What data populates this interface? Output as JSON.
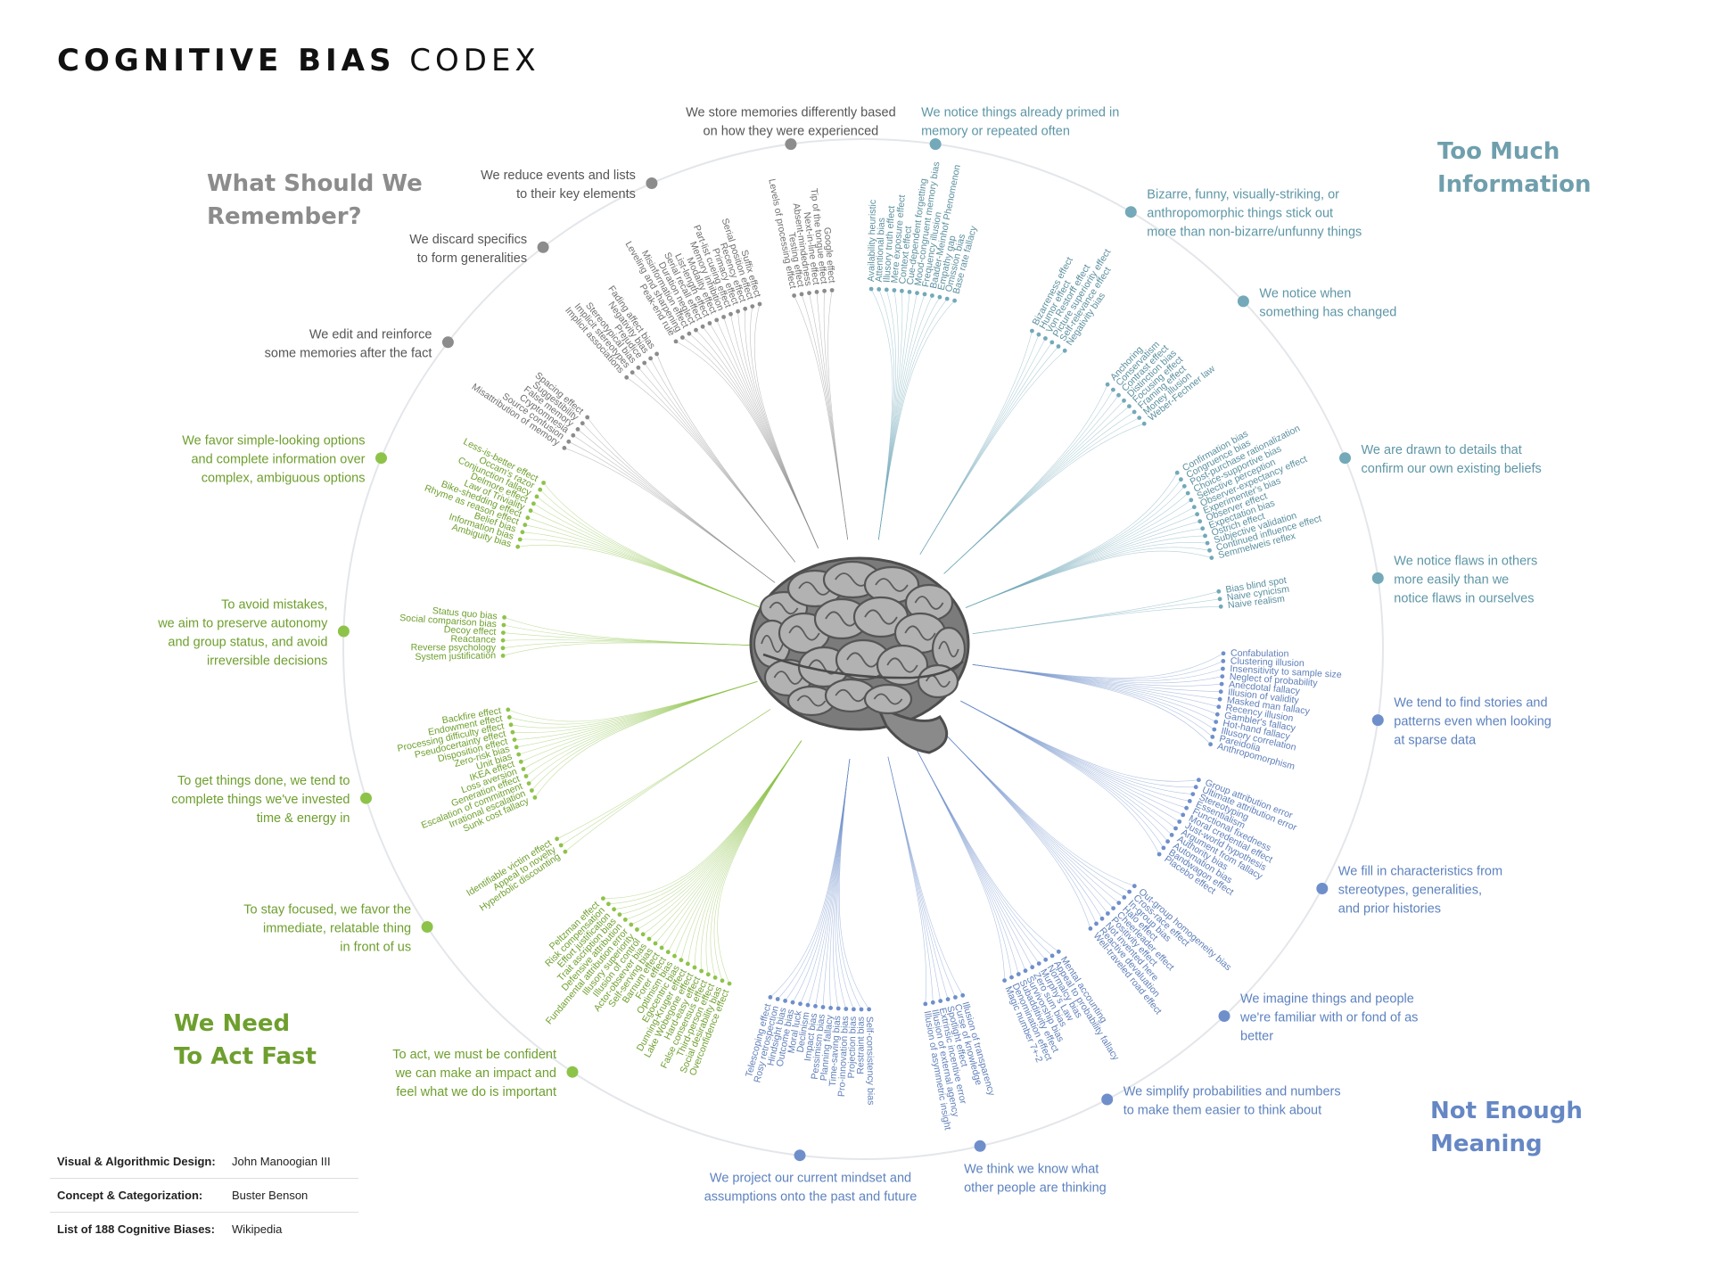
{
  "title": {
    "bold": "COGNITIVE BIAS",
    "light": "CODEX"
  },
  "colors": {
    "gray": "#8c8c8c",
    "teal": "#73a9b9",
    "blue": "#6f8fcb",
    "green": "#8ec34a",
    "green_dark": "#6e9f2e",
    "ring": "#e3e6ea"
  },
  "quadrants": {
    "remember": {
      "line1": "What Should We",
      "line2": "Remember?",
      "color": "#8c8c8c"
    },
    "info": {
      "line1": "Too Much",
      "line2": "Information",
      "color": "#6f9fad"
    },
    "meaning": {
      "line1": "Not Enough",
      "line2": "Meaning",
      "color": "#6587c4"
    },
    "act": {
      "line1": "We Need",
      "line2": "To Act Fast",
      "color": "#6e9f2e"
    }
  },
  "credits": [
    {
      "label": "Visual & Algorithmic Design:",
      "value": "John Manoogian III"
    },
    {
      "label": "Concept & Categorization:",
      "value": "Buster Benson"
    },
    {
      "label": "List of 188 Cognitive Biases:",
      "value": "Wikipedia"
    }
  ],
  "brain_icon": "brain-icon",
  "strategies": [
    {
      "id": "noticeprimed",
      "group": "info",
      "angle": 8,
      "lines": [
        "We notice things already primed in",
        "memory or repeated often"
      ],
      "biases": [
        "Availability heuristic",
        "Attentional bias",
        "Illusory truth effect",
        "Mere exposure effect",
        "Context effect",
        "Cue-dependent forgetting",
        "Mood-congruent memory bias",
        "Frequency illusion",
        "Baader-Meinhof Phenomenon",
        "Empathy gap",
        "Omission bias",
        "Base rate fallacy"
      ]
    },
    {
      "id": "bizarre",
      "group": "info",
      "angle": 31,
      "lines": [
        "Bizarre, funny, visually-striking, or",
        "anthropomorphic things stick out",
        "more than non-bizarre/unfunny things"
      ],
      "biases": [
        "Bizarreness effect",
        "Humor effect",
        "Von Restorff effect",
        "Picture superiority effect",
        "Self-relevance effect",
        "Negativity bias"
      ]
    },
    {
      "id": "changed",
      "group": "info",
      "angle": 47,
      "lines": [
        "We notice when",
        "something has changed"
      ],
      "biases": [
        "Anchoring",
        "Conservatism",
        "Contrast effect",
        "Distinction bias",
        "Focusing effect",
        "Framing effect",
        "Money illusion",
        "Weber-Fechner law"
      ]
    },
    {
      "id": "confirm",
      "group": "info",
      "angle": 68,
      "lines": [
        "We are drawn to details that",
        "confirm our own existing beliefs"
      ],
      "biases": [
        "Confirmation bias",
        "Congruence bias",
        "Post-purchase rationalization",
        "Choice-supportive bias",
        "Selective perception",
        "Observer-expectancy effect",
        "Experimenter's bias",
        "Observer effect",
        "Expectation bias",
        "Ostrich effect",
        "Subjective validation",
        "Continued influence effect",
        "Semmelweis reflex"
      ]
    },
    {
      "id": "flaws",
      "group": "info",
      "angle": 82,
      "lines": [
        "We notice flaws in others",
        "more easily than we",
        "notice flaws in ourselves"
      ],
      "biases": [
        "Bias blind spot",
        "Naive cynicism",
        "Naive realism"
      ]
    },
    {
      "id": "stories",
      "group": "meaning",
      "angle": 98,
      "lines": [
        "We tend to find stories and",
        "patterns even when looking",
        "at sparse data"
      ],
      "biases": [
        "Confabulation",
        "Clustering illusion",
        "Insensitivity to sample size",
        "Neglect of probability",
        "Anecdotal fallacy",
        "Illusion of validity",
        "Masked man fallacy",
        "Recency illusion",
        "Gambler's fallacy",
        "Hot-hand fallacy",
        "Illusory correlation",
        "Pareidolia",
        "Anthropomorphism"
      ]
    },
    {
      "id": "stereotypes",
      "group": "meaning",
      "angle": 118,
      "lines": [
        "We fill in characteristics from",
        "stereotypes, generalities,",
        "and prior histories"
      ],
      "biases": [
        "Group attribution error",
        "Ultimate attribution error",
        "Stereotyping",
        "Essentialism",
        "Functional fixedness",
        "Moral credential effect",
        "Just-world hypothesis",
        "Argument from fallacy",
        "Authority bias",
        "Automation bias",
        "Bandwagon effect",
        "Placebo effect"
      ]
    },
    {
      "id": "familiar",
      "group": "meaning",
      "angle": 136,
      "lines": [
        "We imagine things and people",
        "we're familiar with or fond of as",
        "better"
      ],
      "biases": [
        "Out-group homogeneity bias",
        "Cross-race effect",
        "In-group bias",
        "Halo effect",
        "Cheerleader effect",
        "Positivity effect",
        "Not invented here",
        "Reactive devaluation",
        "Well-traveled road effect"
      ]
    },
    {
      "id": "probabilities",
      "group": "meaning",
      "angle": 152,
      "lines": [
        "We simplify probabilities and numbers",
        "to make them easier to think about"
      ],
      "biases": [
        "Mental accounting",
        "Appeal to probability fallacy",
        "Normalcy bias",
        "Murphy's Law",
        "Zero sum bias",
        "Survivorship bias",
        "Subadditivity effect",
        "Denomination effect",
        "Magic number 7+-2"
      ]
    },
    {
      "id": "otherpeople",
      "group": "meaning",
      "angle": 167,
      "lines": [
        "We think we know what",
        "other people are thinking"
      ],
      "biases": [
        "Illusion of transparency",
        "Curse of knowledge",
        "Spotlight effect",
        "Extrinsic incentive error",
        "Illusion of external agency",
        "Illusion of asymmetric insight"
      ]
    },
    {
      "id": "project",
      "group": "meaning",
      "angle": 187,
      "lines": [
        "We project our current mindset and",
        "assumptions onto the past and future"
      ],
      "biases": [
        "Self-consistency bias",
        "Restraint bias",
        "Projection bias",
        "Pro-innovation bias",
        "Time-saving bias",
        "Planning fallacy",
        "Pessimism bias",
        "Impact bias",
        "Declinism",
        "Moral luck",
        "Outcome bias",
        "Hindsight bias",
        "Rosy retrospection",
        "Telescoping effect"
      ]
    },
    {
      "id": "confident",
      "group": "act",
      "angle": 214,
      "lines": [
        "To act, we must be confident",
        "we can make an impact and",
        "feel what we do is important"
      ],
      "biases": [
        "Overconfidence effect",
        "Social desirability bias",
        "Third-person effect",
        "False consensus effect",
        "Hard-easy effect",
        "Lake Wobegone effect",
        "Dunning-Kruger effect",
        "Egocentric bias",
        "Optimism bias",
        "Forer effect",
        "Barnum effect",
        "Self-serving bias",
        "Actor-observer bias",
        "Illusion of control",
        "Illusory superiority",
        "Fundamental attribution error",
        "Defensive attribution",
        "Trait ascription bias",
        "Effort justification",
        "Risk compensation",
        "Peltzman effect"
      ]
    },
    {
      "id": "focused",
      "group": "act",
      "angle": 237,
      "lines": [
        "To stay focused, we favor the",
        "immediate, relatable thing",
        "in front of us"
      ],
      "biases": [
        "Hyperbolic discounting",
        "Appeal to novelty",
        "Identifiable victim effect"
      ]
    },
    {
      "id": "getdone",
      "group": "act",
      "angle": 253,
      "lines": [
        "To get things done, we tend to",
        "complete things we've invested",
        "time & energy in"
      ],
      "biases": [
        "Sunk cost fallacy",
        "Irrational escalation",
        "Escalation of commitment",
        "Generation effect",
        "Loss aversion",
        "IKEA effect",
        "Unit bias",
        "Zero-risk bias",
        "Disposition effect",
        "Pseudocertainty effect",
        "Processing difficulty effect",
        "Endowment effect",
        "Backfire effect"
      ]
    },
    {
      "id": "autonomy",
      "group": "act",
      "angle": 272,
      "lines": [
        "To avoid mistakes,",
        "we aim to preserve autonomy",
        "and group status, and avoid",
        "irreversible decisions"
      ],
      "biases": [
        "System justification",
        "Reverse psychology",
        "Reactance",
        "Decoy effect",
        "Social comparison bias",
        "Status quo bias"
      ]
    },
    {
      "id": "simple",
      "group": "act",
      "angle": 292,
      "lines": [
        "We favor simple-looking options",
        "and complete information over",
        "complex, ambiguous options"
      ],
      "biases": [
        "Ambiguity bias",
        "Information bias",
        "Belief bias",
        "Rhyme as reason effect",
        "Bike-shedding effect",
        "Law of Triviality",
        "Delmore effect",
        "Conjunction fallacy",
        "Occam's razor",
        "Less-is-better effect"
      ]
    },
    {
      "id": "editmem",
      "group": "remember",
      "angle": 307,
      "lines": [
        "We edit and reinforce",
        "some memories after the fact"
      ],
      "biases": [
        "Misattribution of memory",
        "Source confusion",
        "Cryptomnesia",
        "False memory",
        "Suggestibility",
        "Spacing effect"
      ]
    },
    {
      "id": "generalities",
      "group": "remember",
      "angle": 322,
      "lines": [
        "We discard specifics",
        "to form generalities"
      ],
      "biases": [
        "Implicit associations",
        "Implicit stereotypes",
        "Stereotypical bias",
        "Prejudice",
        "Negativity bias",
        "Fading affect bias"
      ]
    },
    {
      "id": "reduce",
      "group": "remember",
      "angle": 336,
      "lines": [
        "We reduce events and lists",
        "to their key elements"
      ],
      "biases": [
        "Peak-end rule",
        "Leveling and sharpening",
        "Misinformation effect",
        "Duration neglect",
        "Serial recall effect",
        "List-length effect",
        "Modality effect",
        "Memory inhibition",
        "Part-list cueing effect",
        "Primacy effect",
        "Recency effect",
        "Serial position effect",
        "Suffix effect"
      ]
    },
    {
      "id": "storemem",
      "group": "remember",
      "angle": 352,
      "lines": [
        "We store memories differently based",
        "on how they were experienced"
      ],
      "biases": [
        "Levels of processing effect",
        "Testing effect",
        "Absent-mindedness",
        "Next-in-line effect",
        "Tip of the tongue effect",
        "Google effect"
      ]
    }
  ]
}
